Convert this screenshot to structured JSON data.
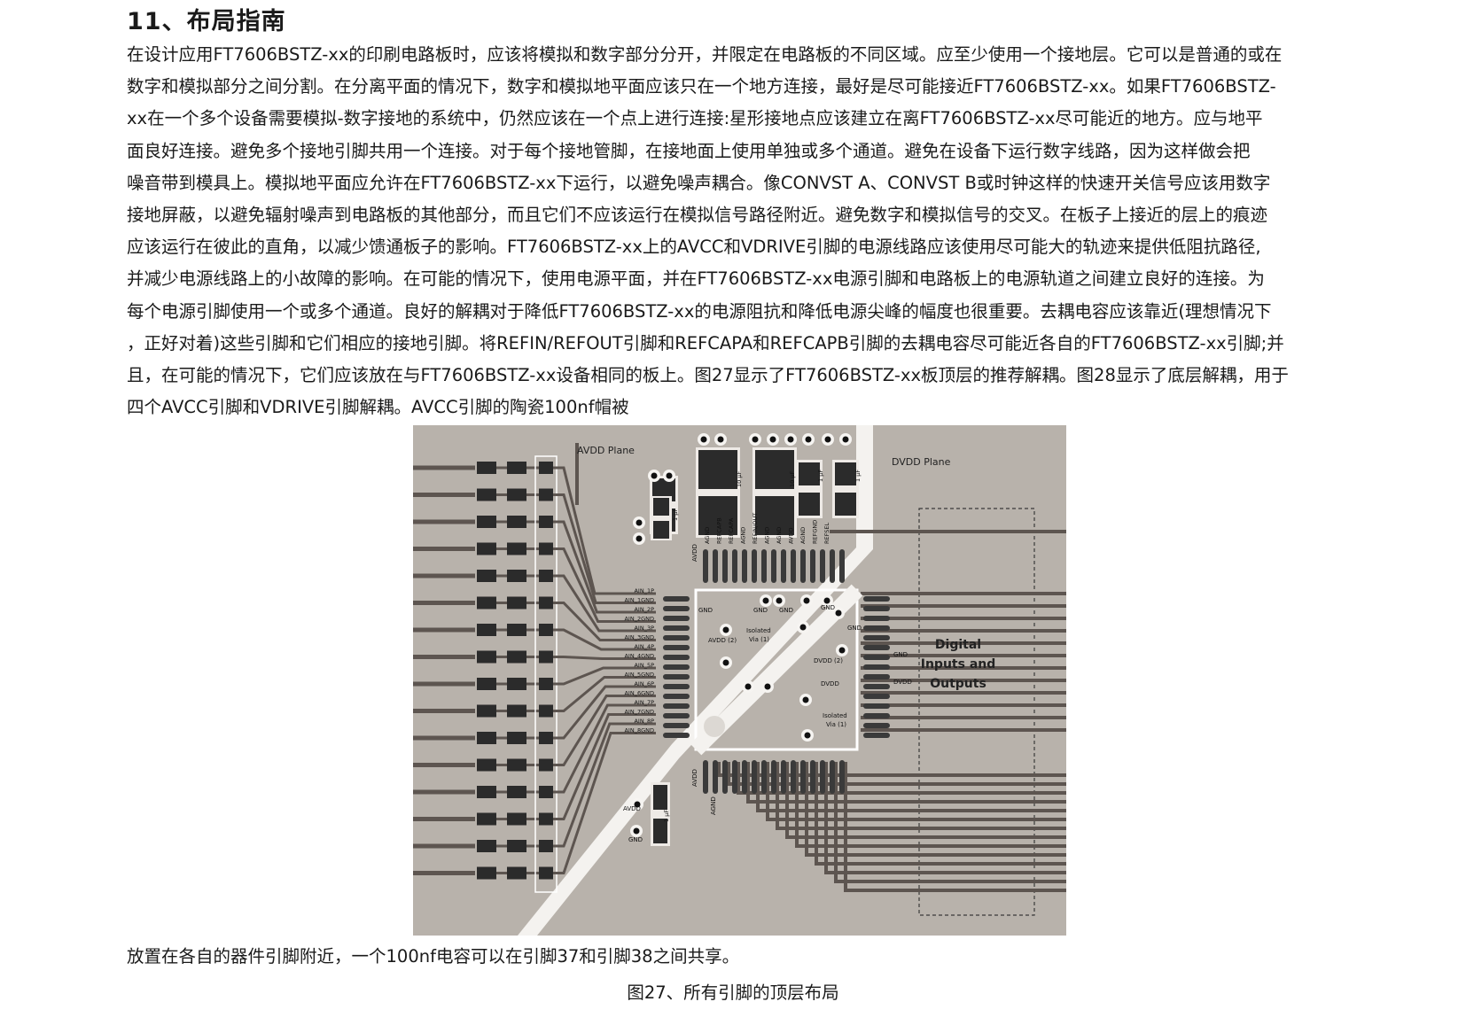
{
  "heading": "11、布局指南",
  "paragraph_lines": [
    "在设计应用FT7606BSTZ-xx的印刷电路板时，应该将模拟和数字部分分开，并限定在电路板的不同区域。应至少使用一个接地层。它可以是普通的或在",
    "数字和模拟部分之间分割。在分离平面的情况下，数字和模拟地平面应该只在一个地方连接，最好是尽可能接近FT7606BSTZ-xx。如果FT7606BSTZ-",
    "xx在一个多个设备需要模拟-数字接地的系统中，仍然应该在一个点上进行连接:星形接地点应该建立在离FT7606BSTZ-xx尽可能近的地方。应与地平",
    "面良好连接。避免多个接地引脚共用一个连接。对于每个接地管脚，在接地面上使用单独或多个通道。避免在设备下运行数字线路，因为这样做会把",
    "噪音带到模具上。模拟地平面应允许在FT7606BSTZ-xx下运行，以避免噪声耦合。像CONVST A、CONVST B或时钟这样的快速开关信号应该用数字",
    "接地屏蔽，以避免辐射噪声到电路板的其他部分，而且它们不应该运行在模拟信号路径附近。避免数字和模拟信号的交叉。在板子上接近的层上的痕迹",
    "应该运行在彼此的直角，以减少馈通板子的影响。FT7606BSTZ-xx上的AVCC和VDRIVE引脚的电源线路应该使用尽可能大的轨迹来提供低阻抗路径,",
    "并减少电源线路上的小故障的影响。在可能的情况下，使用电源平面，并在FT7606BSTZ-xx电源引脚和电路板上的电源轨道之间建立良好的连接。为",
    "每个电源引脚使用一个或多个通道。良好的解耦对于降低FT7606BSTZ-xx的电源阻抗和降低电源尖峰的幅度也很重要。去耦电容应该靠近(理想情况下",
    "，正好对着)这些引脚和它们相应的接地引脚。将REFIN/REFOUT引脚和REFCAPA和REFCAPB引脚的去耦电容尽可能近各自的FT7606BSTZ-xx引脚;并",
    "且，在可能的情况下，它们应该放在与FT7606BSTZ-xx设备相同的板上。图27显示了FT7606BSTZ-xx板顶层的推荐解耦。图28显示了底层解耦，用于",
    "四个AVCC引脚和VDRIVE引脚解耦。AVCC引脚的陶瓷100nf帽被"
  ],
  "figure": {
    "avdd_plane_label": "AVDD Plane",
    "dvdd_plane_label": "DVDD Plane",
    "digital_io_lines": [
      "Digital",
      "Inputs and",
      "Outputs"
    ],
    "ain_labels": [
      "AIN_1P",
      "AIN_1GND",
      "AIN_2P",
      "AIN_2GND",
      "AIN_3P",
      "AIN_3GND",
      "AIN_4P",
      "AIN_4GND",
      "AIN_5P",
      "AIN_5GND",
      "AIN_6P",
      "AIN_6GND",
      "AIN_7P",
      "AIN_7GND",
      "AIN_8P",
      "AIN_8GND"
    ],
    "top_pin_labels": [
      "AGND",
      "REFCAPB",
      "REFCAPA",
      "AGND",
      "REFIN/OUT",
      "AGND",
      "AGND",
      "AVDD",
      "AGND",
      "REFGND",
      "REFSEL"
    ],
    "cap_labels": [
      "1 µF",
      "10 µF",
      "10 µF",
      "1 µF",
      "1 µF",
      "1 µF"
    ],
    "gnd": "GND",
    "avdd": "AVDD",
    "agnd": "AGND",
    "dvdd": "DVDD",
    "avdd2": "AVDD (2)",
    "dvdd2": "DVDD (2)",
    "isolated_via_line1": "Isolated",
    "isolated_via_line2": "Via (1)"
  },
  "caption_line": "放置在各自的器件引脚附近，一个100nf电容可以在引脚37和引脚38之间共享。",
  "figure_caption": "图27、所有引脚的顶层布局"
}
